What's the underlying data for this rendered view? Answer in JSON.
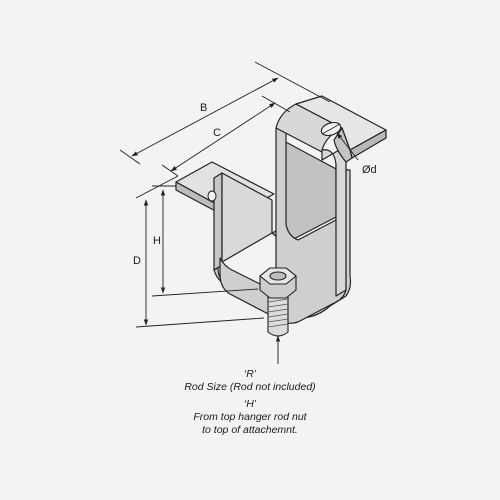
{
  "labels": {
    "B": "B",
    "C": "C",
    "D": "D",
    "H": "H",
    "od": "Ød"
  },
  "caption": {
    "r_title": "‘R’",
    "r_desc": "Rod Size (Rod not included)",
    "h_title": "‘H’",
    "h_desc_1": "From top hanger rod nut",
    "h_desc_2": "to top of attachemnt."
  },
  "colors": {
    "background": "#f3f3f3",
    "steel_light": "#e4e4e4",
    "steel_mid": "#cfcfcf",
    "steel_dark": "#b2b2b2",
    "outline": "#222222"
  }
}
